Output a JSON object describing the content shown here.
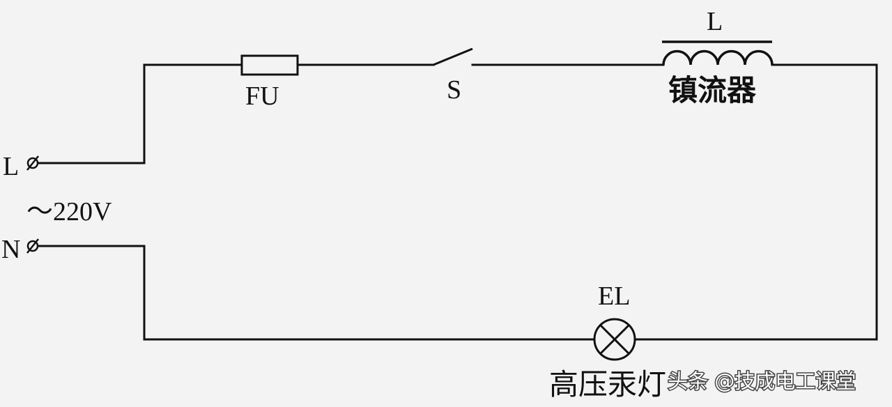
{
  "diagram": {
    "terminals": {
      "live_label": "L",
      "neutral_label": "N",
      "supply_label": "～220V"
    },
    "components": {
      "fuse_label": "FU",
      "switch_label": "S",
      "ballast_symbol": "L",
      "ballast_name": "镇流器",
      "lamp_symbol": "EL",
      "lamp_name": "高压汞灯"
    }
  },
  "watermark": {
    "text": "头条 @技成电工课堂"
  },
  "colors": {
    "background": "#f3f3f3",
    "line": "#111111"
  }
}
